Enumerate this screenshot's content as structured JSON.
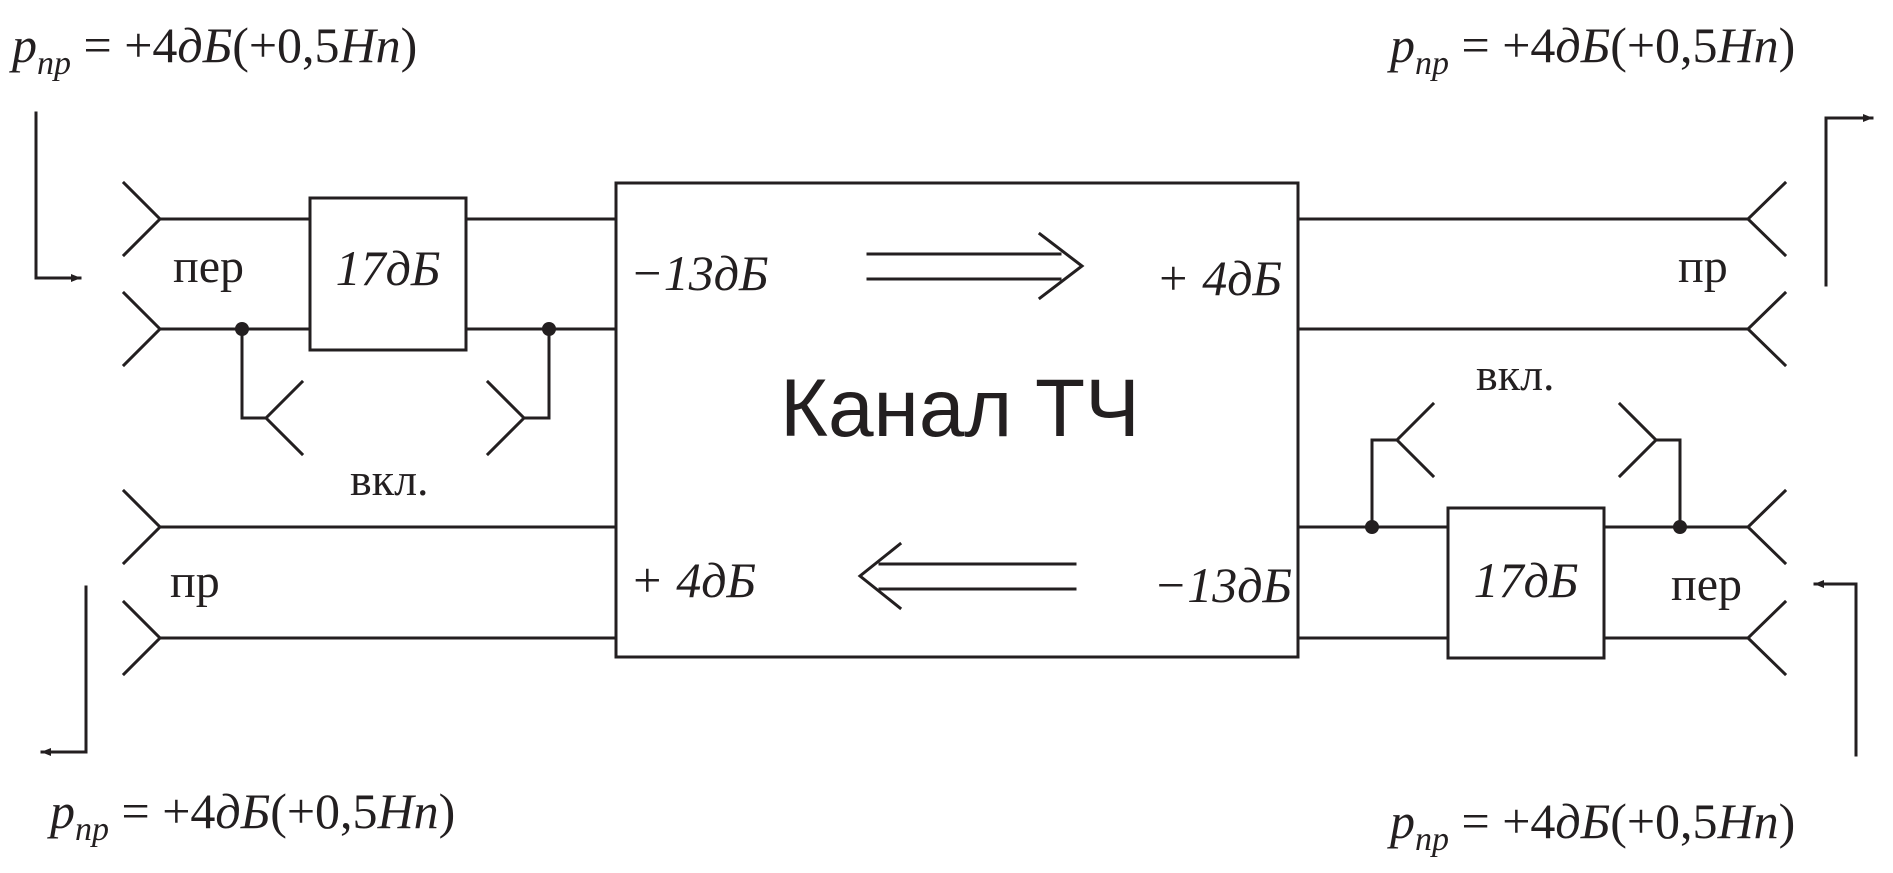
{
  "channel": {
    "title": "Канал ТЧ",
    "in_top_level": "−13дБ",
    "out_top_level": "+ 4дБ",
    "out_bottom_level": "+ 4дБ",
    "in_bottom_level": "−13дБ"
  },
  "attenuators": {
    "left": "17дБ",
    "right": "17дБ"
  },
  "port_labels": {
    "left_tx": "пер",
    "left_rx": "пр",
    "right_rx": "пр",
    "right_tx": "пер",
    "left_switch": "вкл.",
    "right_switch": "вкл."
  },
  "levels": {
    "top_left": {
      "symbol": "p",
      "sub": "пр",
      "eq": " = +4",
      "unit": "дБ",
      "paren_open": "(+0,5",
      "np": "Нп",
      "paren_close": ")"
    },
    "top_right": {
      "symbol": "p",
      "sub": "пр",
      "eq": " = +4",
      "unit": "дБ",
      "paren_open": "(+0,5",
      "np": "Нп",
      "paren_close": ")"
    },
    "bottom_left": {
      "symbol": "p",
      "sub": "пр",
      "eq": " = +4",
      "unit": "дБ",
      "paren_open": "(+0,5",
      "np": "Нп",
      "paren_close": ")"
    },
    "bottom_right": {
      "symbol": "p",
      "sub": "пр",
      "eq": " = +4",
      "unit": "дБ",
      "paren_open": "(+0,5",
      "np": "Нп",
      "paren_close": ")"
    }
  }
}
